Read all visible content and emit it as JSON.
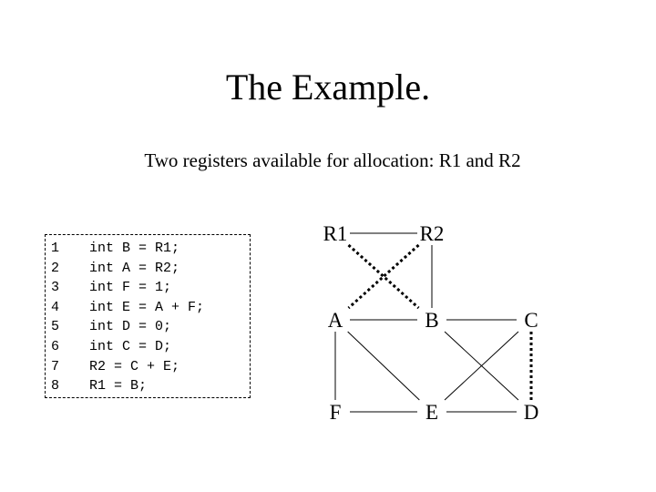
{
  "title": "The Example.",
  "subtitle": "Two registers available for allocation: R1 and R2",
  "code": {
    "lines": [
      {
        "num": "1",
        "text": "int B = R1;"
      },
      {
        "num": "2",
        "text": "int A = R2;"
      },
      {
        "num": "3",
        "text": "int F = 1;"
      },
      {
        "num": "4",
        "text": "int E = A + F;"
      },
      {
        "num": "5",
        "text": "int D = 0;"
      },
      {
        "num": "6",
        "text": "int C = D;"
      },
      {
        "num": "7",
        "text": "R2 = C + E;"
      },
      {
        "num": "8",
        "text": "R1 = B;"
      }
    ]
  },
  "graph": {
    "nodes": [
      {
        "id": "R1",
        "label": "R1"
      },
      {
        "id": "R2",
        "label": "R2"
      },
      {
        "id": "A",
        "label": "A"
      },
      {
        "id": "B",
        "label": "B"
      },
      {
        "id": "C",
        "label": "C"
      },
      {
        "id": "F",
        "label": "F"
      },
      {
        "id": "E",
        "label": "E"
      },
      {
        "id": "D",
        "label": "D"
      }
    ],
    "edges": [
      {
        "from": "R1",
        "to": "R2",
        "style": "solid"
      },
      {
        "from": "R2",
        "to": "B",
        "style": "solid"
      },
      {
        "from": "R1",
        "to": "B",
        "style": "dashed"
      },
      {
        "from": "R2",
        "to": "A",
        "style": "dashed"
      },
      {
        "from": "A",
        "to": "B",
        "style": "solid"
      },
      {
        "from": "B",
        "to": "C",
        "style": "solid"
      },
      {
        "from": "A",
        "to": "F",
        "style": "solid"
      },
      {
        "from": "A",
        "to": "E",
        "style": "solid"
      },
      {
        "from": "F",
        "to": "E",
        "style": "solid"
      },
      {
        "from": "E",
        "to": "D",
        "style": "solid"
      },
      {
        "from": "E",
        "to": "C",
        "style": "solid"
      },
      {
        "from": "B",
        "to": "D",
        "style": "solid"
      },
      {
        "from": "C",
        "to": "D",
        "style": "dashed"
      }
    ]
  }
}
